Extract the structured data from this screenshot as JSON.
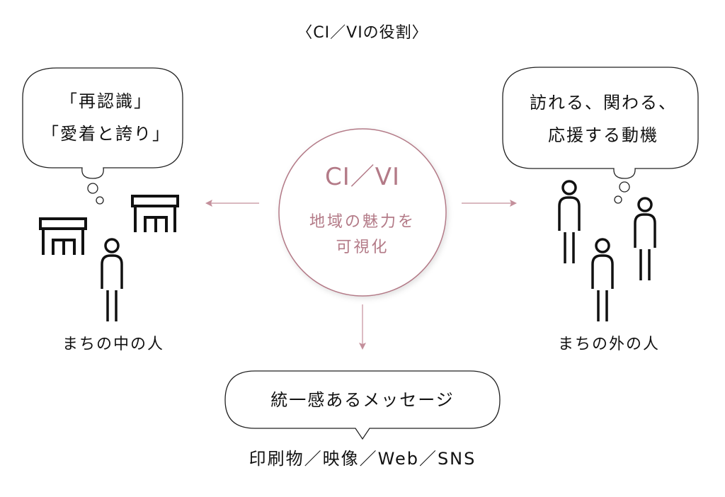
{
  "title": "〈CI／VIの役割〉",
  "center": {
    "title": "CI／VI",
    "subtitle_line1": "地域の魅力を",
    "subtitle_line2": "可視化"
  },
  "left": {
    "bubble_line1": "「再認識」",
    "bubble_line2": "「愛着と誇り」",
    "label": "まちの中の人",
    "icons": [
      "building-icon",
      "building-icon",
      "person-icon"
    ]
  },
  "right": {
    "bubble_line1": "訪れる、関わる、",
    "bubble_line2": "応援する動機",
    "label": "まちの外の人",
    "icons": [
      "person-icon",
      "person-icon",
      "person-icon"
    ]
  },
  "bottom": {
    "bubble_text": "統一感あるメッセージ",
    "media_text": "印刷物／映像／Web／SNS"
  },
  "colors": {
    "accent": "#b37a87",
    "arrow": "#c48f9b",
    "stroke": "#111111",
    "circle_shadow": "#e6e6e6"
  }
}
